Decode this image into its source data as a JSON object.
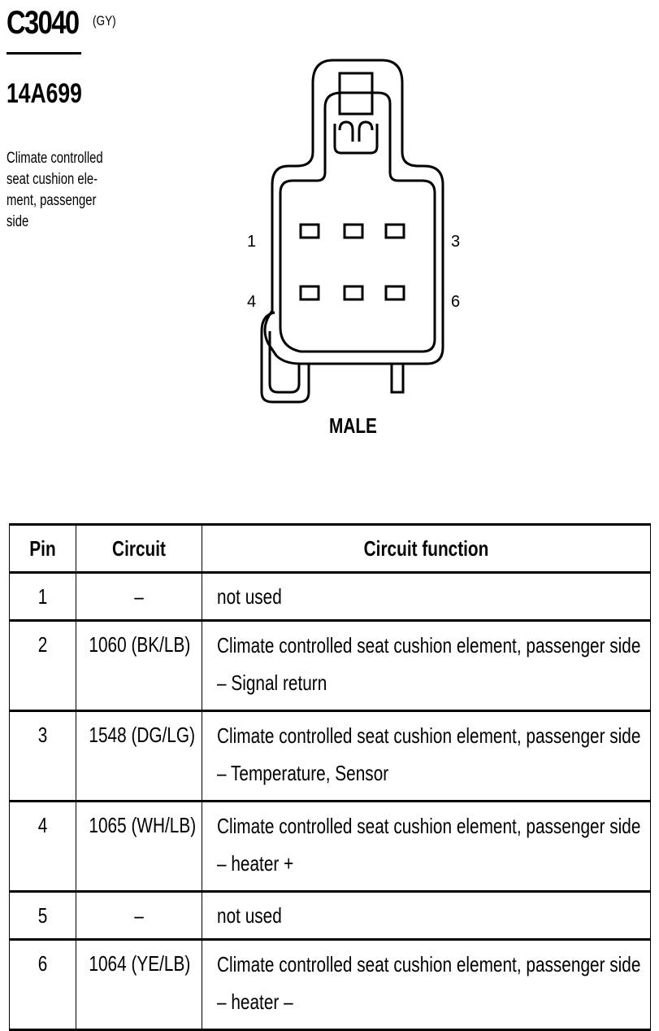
{
  "header": {
    "connector_id": "C3040",
    "color_code": "(GY)",
    "part_number": "14A699",
    "description": "Climate controlled seat cushion ele-\nment, passenger\nside"
  },
  "diagram": {
    "pin_labels": {
      "pin1": "1",
      "pin3": "3",
      "pin4": "4",
      "pin6": "6"
    },
    "gender": "MALE"
  },
  "table": {
    "headers": {
      "pin": "Pin",
      "circuit": "Circuit",
      "function": "Circuit function"
    },
    "rows": [
      {
        "pin": "1",
        "circuit": "–",
        "function_line1": "not used",
        "function_line2": ""
      },
      {
        "pin": "2",
        "circuit": "1060 (BK/LB)",
        "function_line1": "Climate controlled seat cushion element, passenger side",
        "function_line2": "– Signal return"
      },
      {
        "pin": "3",
        "circuit": "1548 (DG/LG)",
        "function_line1": "Climate controlled seat cushion element, passenger side",
        "function_line2": "– Temperature, Sensor"
      },
      {
        "pin": "4",
        "circuit": "1065 (WH/LB)",
        "function_line1": "Climate controlled seat cushion element, passenger side",
        "function_line2": "– heater +"
      },
      {
        "pin": "5",
        "circuit": "–",
        "function_line1": "not used",
        "function_line2": ""
      },
      {
        "pin": "6",
        "circuit": "1064 (YE/LB)",
        "function_line1": "Climate controlled seat cushion element, passenger side",
        "function_line2": "– heater –"
      }
    ]
  }
}
